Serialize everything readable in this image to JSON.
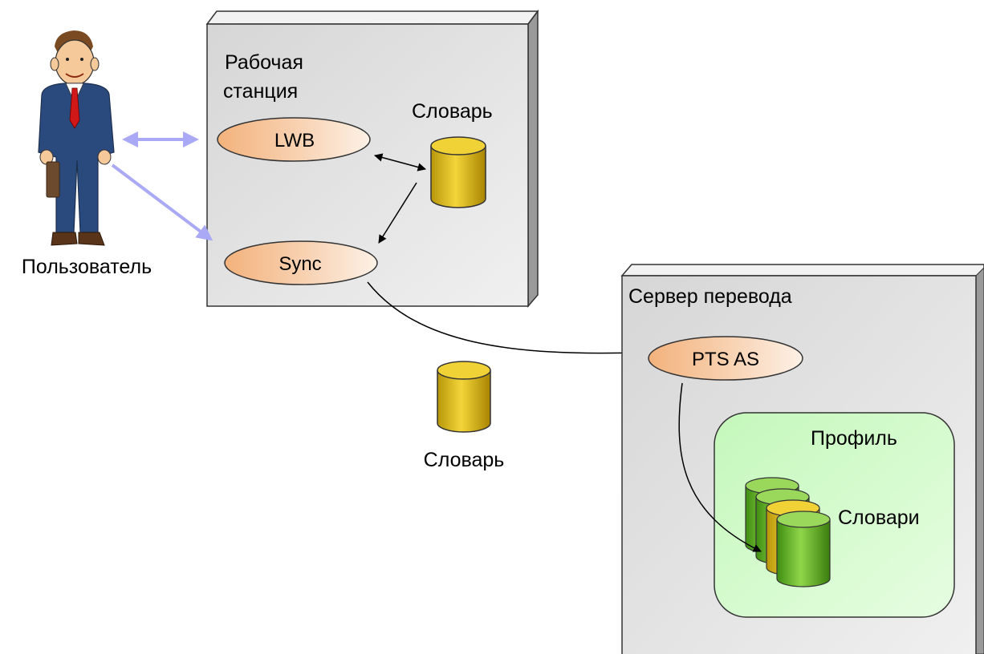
{
  "user": {
    "label": "Пользователь",
    "icon": "businessman-icon"
  },
  "workstation": {
    "title_line1": "Рабочая",
    "title_line2": "станция",
    "dictionary_label": "Словарь",
    "lwb_label": "LWB",
    "sync_label": "Sync"
  },
  "transfer": {
    "dictionary_label": "Словарь"
  },
  "server": {
    "title": "Сервер перевода",
    "pts_label": "PTS AS",
    "profile": {
      "title": "Профиль",
      "dictionaries_label": "Словари"
    }
  },
  "colors": {
    "box_fill": "#e4e4e4",
    "ellipse_fill": "#f6c9a4",
    "cylinder_yellow": "#e6c21a",
    "cylinder_green": "#6fbe2c",
    "profile_fill": "#ccfcc4",
    "arrow_user": "#a9a9f5"
  }
}
